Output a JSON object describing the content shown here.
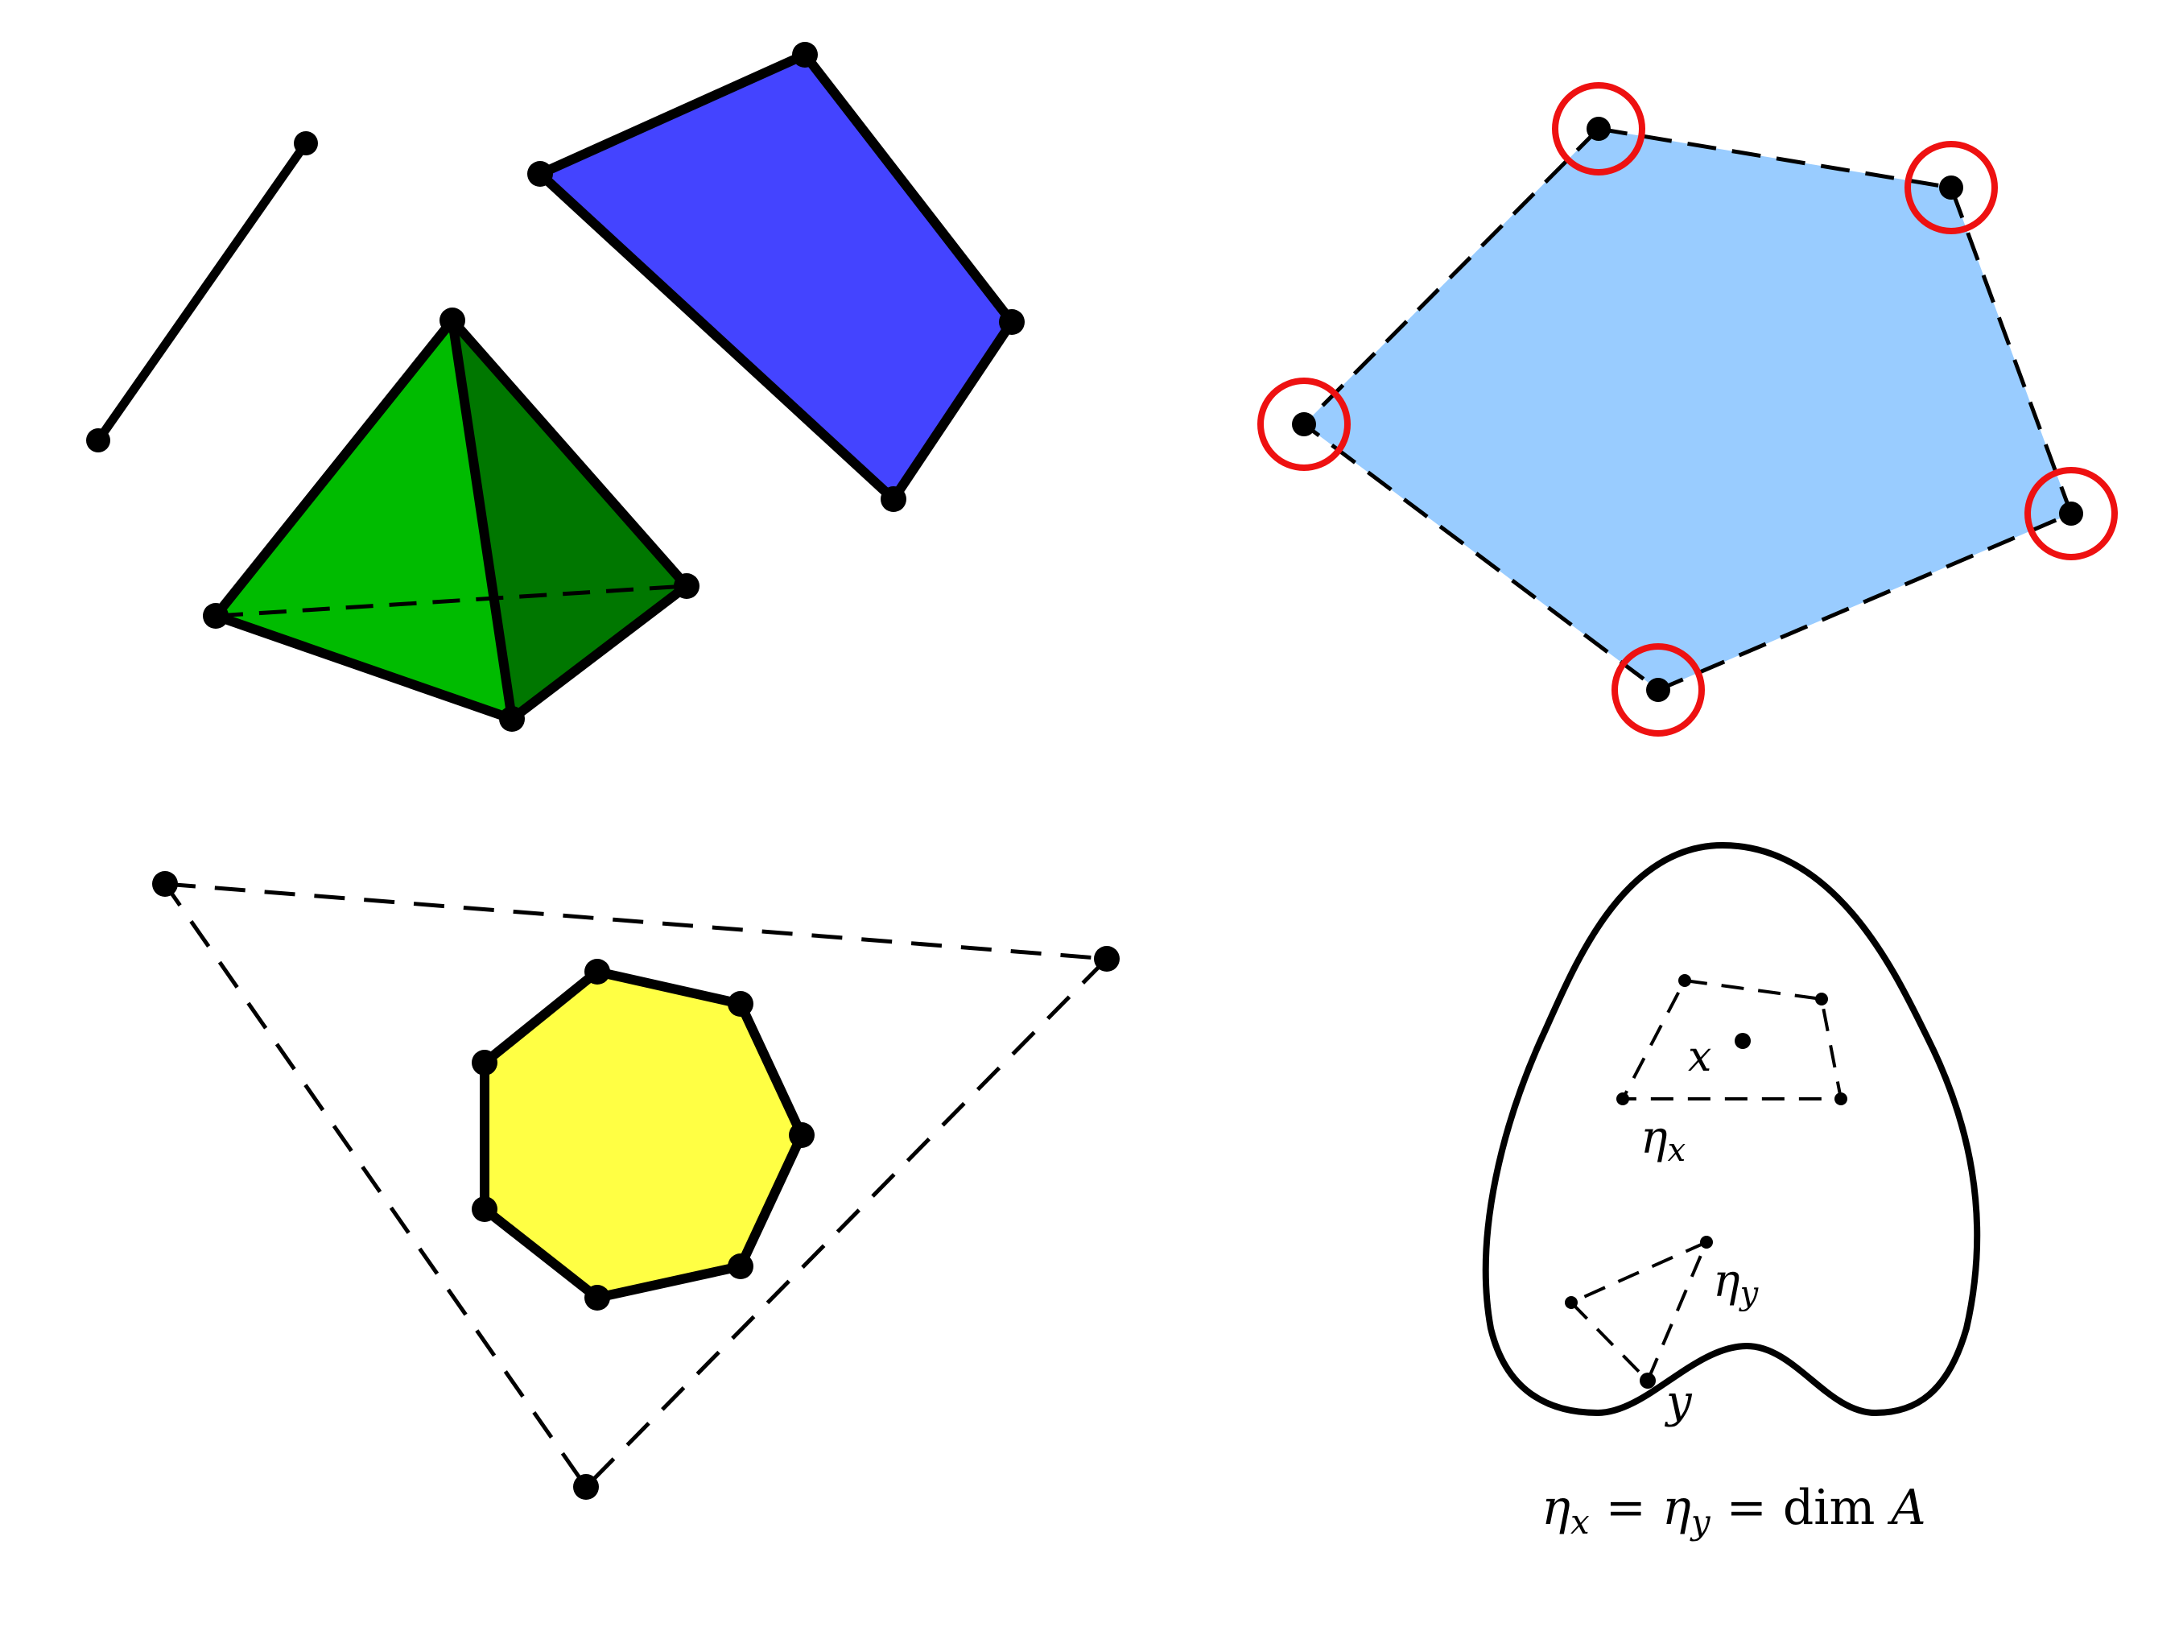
{
  "colors": {
    "stroke": "#000000",
    "segment": "#000000",
    "quad_fill": "#4444ff",
    "tet_light": "#00bb00",
    "tet_dark": "#007700",
    "pentagon_fill": "#99ccff",
    "highlight_ring": "#ee1111",
    "heptagon_fill": "#ffff44",
    "background": "#ffffff"
  },
  "labels": {
    "x": "x",
    "eta": "η",
    "sub_x": "x",
    "sub_y": "y",
    "y": "y",
    "equation": {
      "eta": "η",
      "sub_x": "x",
      "eq": "=",
      "sub_y": "y",
      "dim": "dim",
      "A": "A"
    }
  }
}
